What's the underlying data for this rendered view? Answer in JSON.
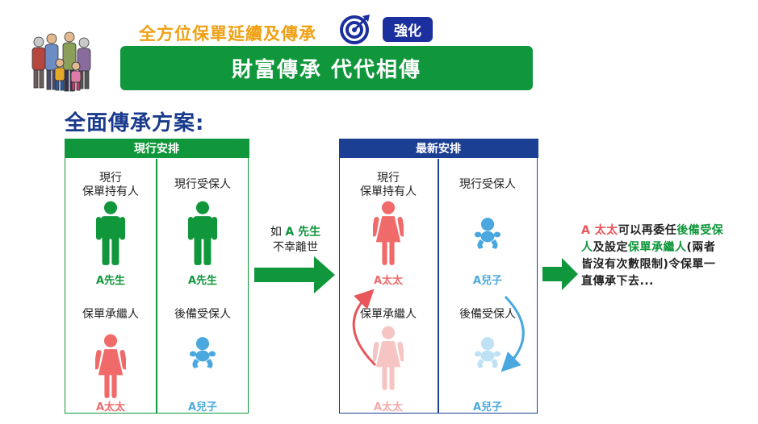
{
  "header": {
    "subtitle": "全方位保單延續及傳承",
    "badge": "強化",
    "title": "財富傳承 代代相傳"
  },
  "section_title": "全面傳承方案:",
  "current": {
    "header": "現行安排",
    "holder_label_1": "現行",
    "holder_label_2": "保單持有人",
    "holder_name": "A先生",
    "insured_label": "現行受保人",
    "insured_name": "A先生",
    "successor_label": "保單承繼人",
    "successor_name": "A太太",
    "backup_label": "後備受保人",
    "backup_name": "A兒子"
  },
  "condition": {
    "prefix": "如",
    "person": "A 先生",
    "line2": "不幸離世"
  },
  "latest": {
    "header": "最新安排",
    "holder_label_1": "現行",
    "holder_label_2": "保單持有人",
    "holder_name": "A太太",
    "insured_label": "現行受保人",
    "insured_name": "A兒子",
    "successor_label": "保單承繼人",
    "successor_name": "A太太",
    "backup_label": "後備受保人",
    "backup_name": "A兒子"
  },
  "result": {
    "part1": "A 太太",
    "part2": "可以再委任",
    "part3": "後備受保人",
    "part4": "及設定",
    "part5": "保單承繼人",
    "part6": "(兩者皆沒有次數限制)令保單一直傳承下去..."
  },
  "colors": {
    "green": "#10973b",
    "navy": "#1b3f93",
    "male": "#10973b",
    "female": "#f06a6a",
    "baby": "#4aa8df",
    "orange": "#f0a012"
  }
}
